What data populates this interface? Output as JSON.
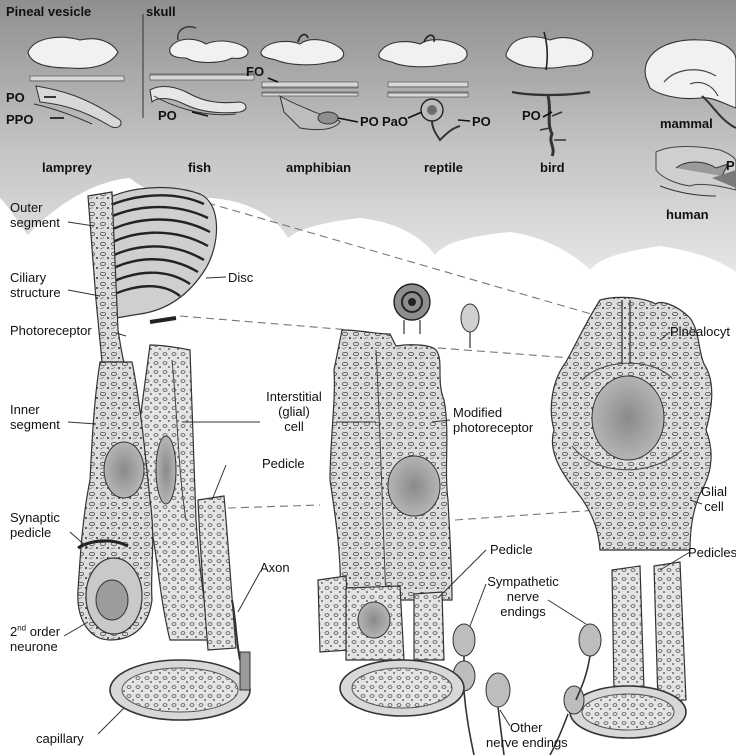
{
  "top": {
    "pineal_vesicle": "Pineal vesicle",
    "skull": "skull",
    "po": "PO",
    "ppo": "PPO",
    "fo": "FO",
    "pao": "PaO",
    "mammal": "mammal",
    "p_cut": "P",
    "animals": {
      "lamprey": "lamprey",
      "fish": "fish",
      "amphibian": "amphibian",
      "reptile": "reptile",
      "bird": "bird",
      "human": "human"
    }
  },
  "left_cell": {
    "outer_segment": [
      "Outer",
      "segment"
    ],
    "ciliary_structure": [
      "Ciliary",
      "structure"
    ],
    "photoreceptor": "Photoreceptor",
    "inner_segment": [
      "Inner",
      "segment"
    ],
    "synaptic_pedicle": [
      "Synaptic",
      "pedicle"
    ],
    "second_order_num": "2",
    "second_order_sup": "nd",
    "second_order_rest": " order",
    "neurone": "neurone",
    "capillary": "capillary",
    "disc": "Disc",
    "interstitial": [
      "Interstitial",
      "(glial)",
      "cell"
    ],
    "pedicle": "Pedicle",
    "axon": "Axon"
  },
  "middle_cell": {
    "modified_photoreceptor": [
      "Modified",
      "photoreceptor"
    ],
    "pedicle": "Pedicle",
    "sympathetic": [
      "Sympathetic",
      "nerve",
      "endings"
    ],
    "other": [
      "Other",
      "nerve endings"
    ]
  },
  "right_cell": {
    "pinealocyte": "Pinealocyt",
    "glial": [
      "Glial",
      "cell"
    ],
    "pedicles": "Pedicles"
  }
}
